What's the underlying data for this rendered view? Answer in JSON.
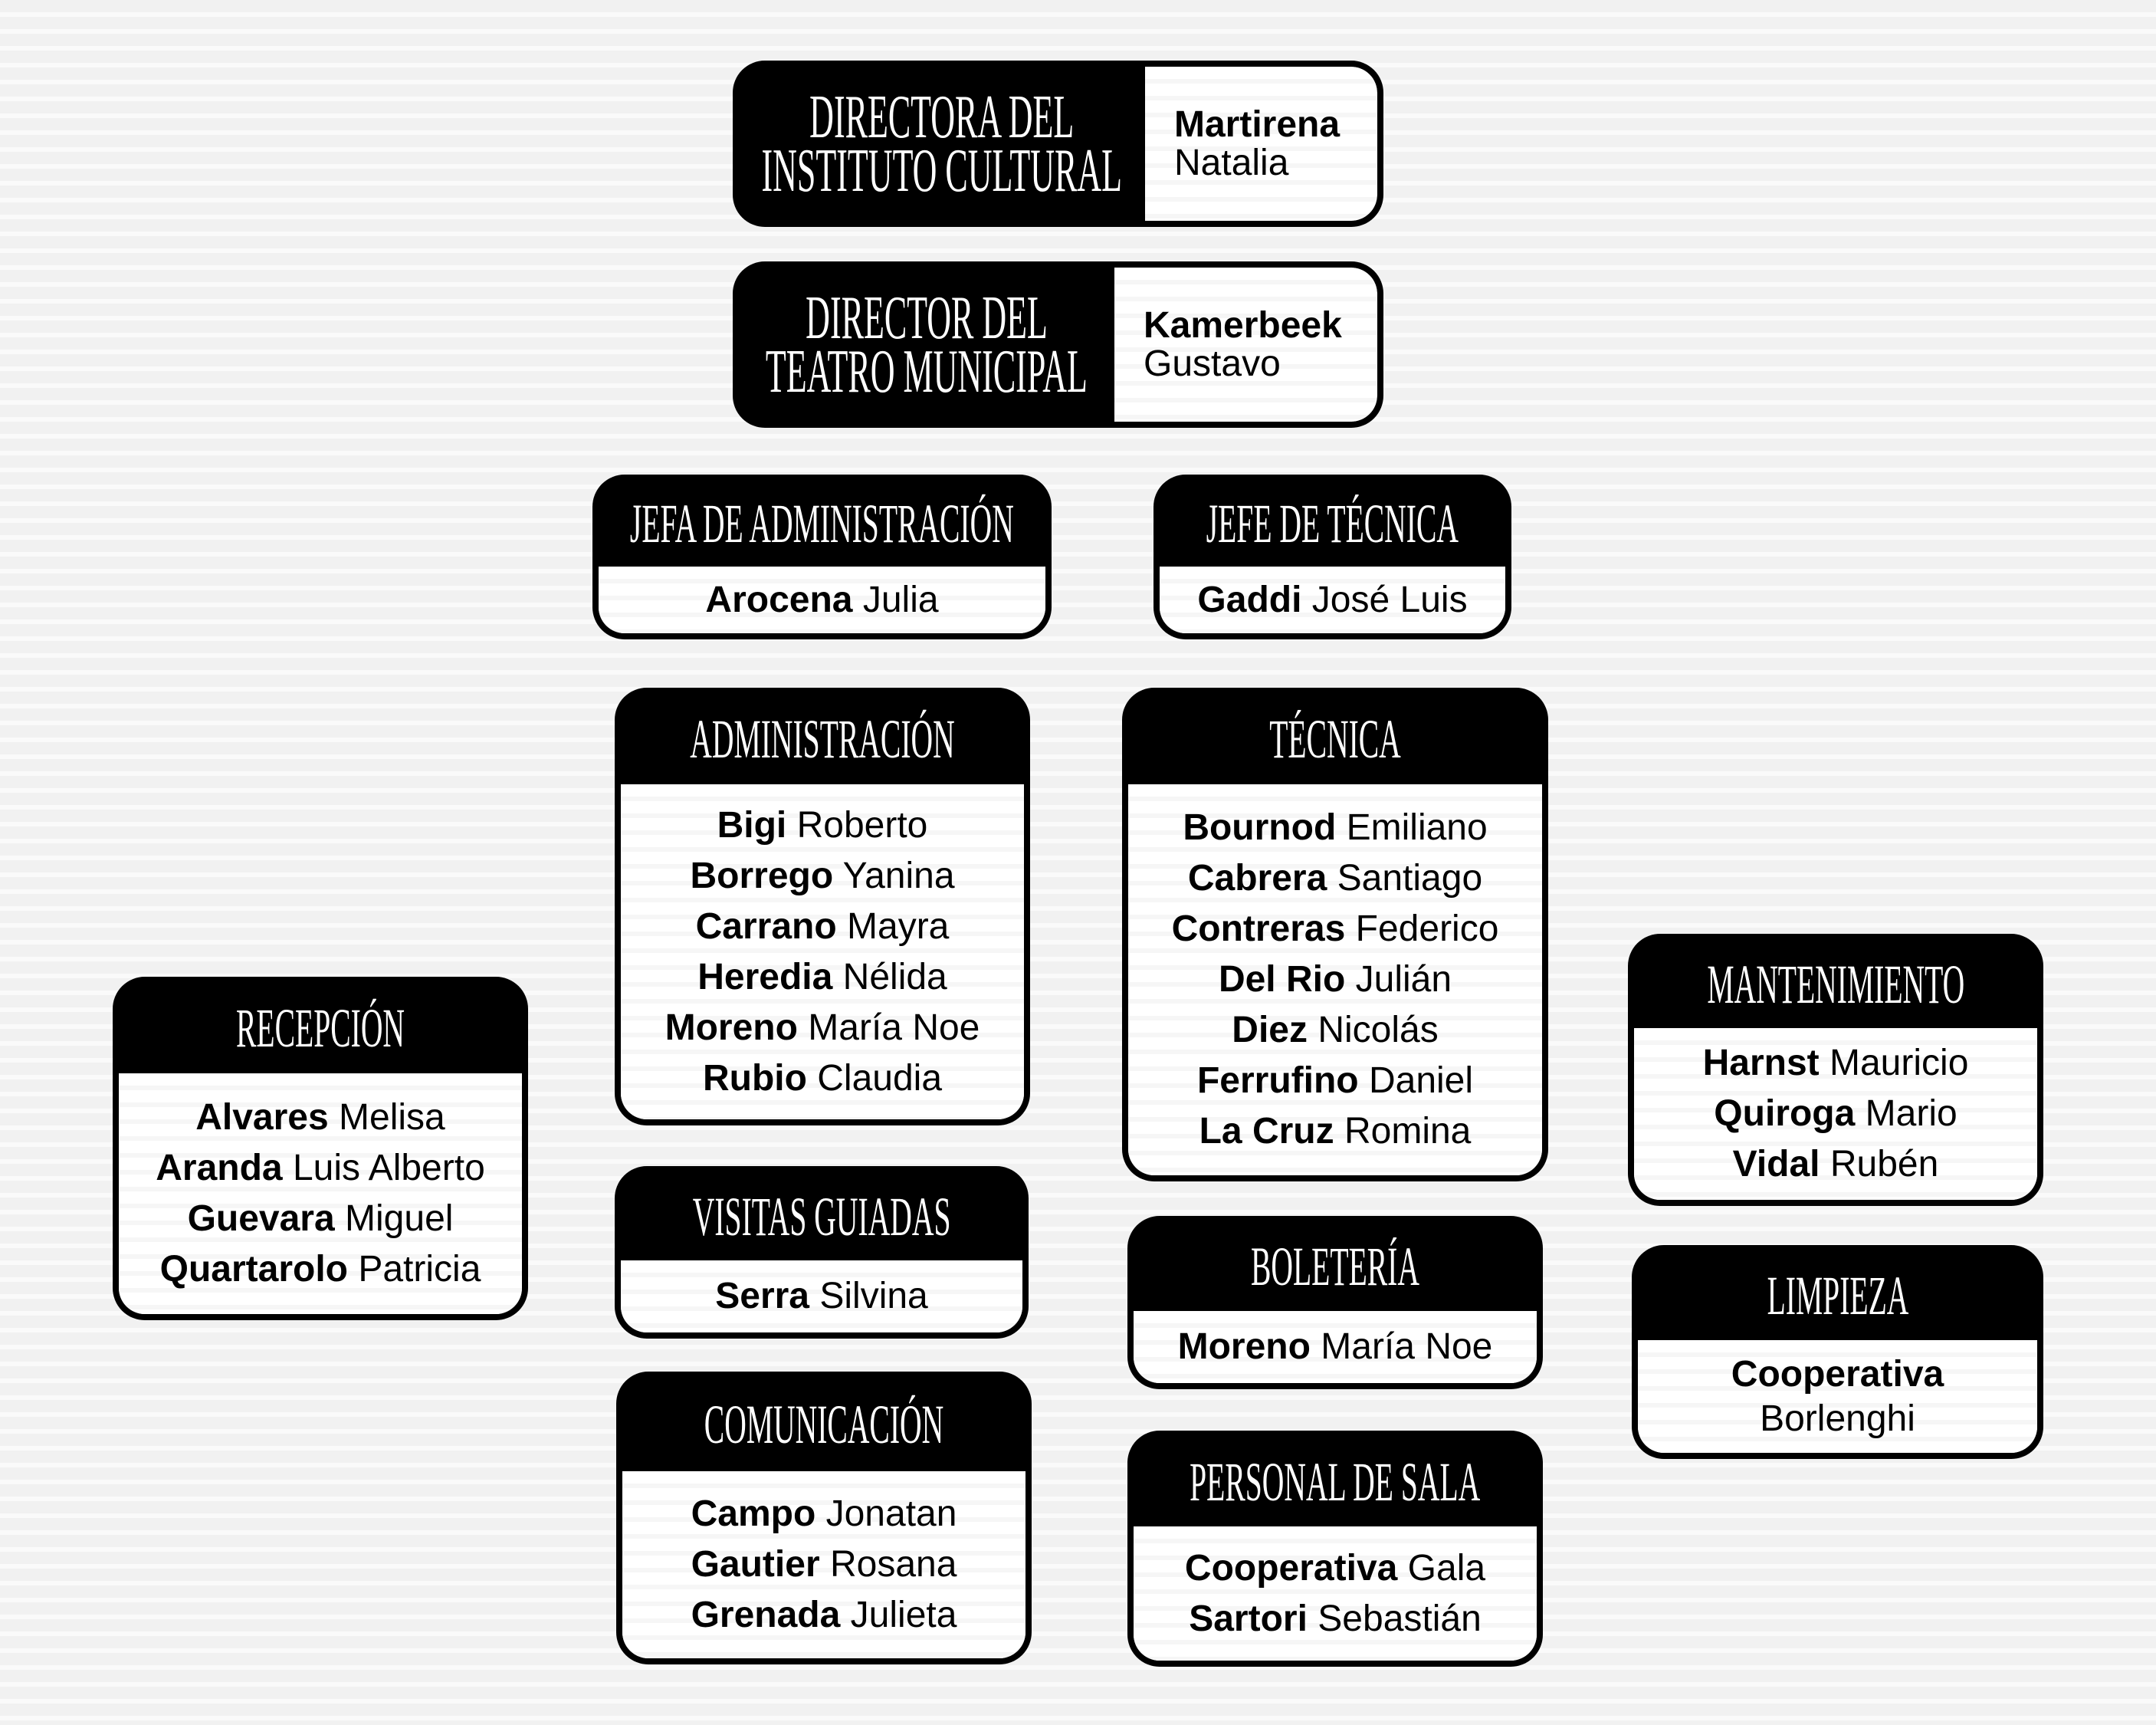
{
  "boxes": {
    "dir1": {
      "title": [
        "DIRECTORA DEL",
        "INSTITUTO CULTURAL"
      ],
      "people": [
        {
          "last": "Martirena",
          "first": "Natalia"
        }
      ]
    },
    "dir2": {
      "title": [
        "DIRECTOR DEL",
        "TEATRO MUNICIPAL"
      ],
      "people": [
        {
          "last": "Kamerbeek",
          "first": "Gustavo"
        }
      ]
    },
    "jadm": {
      "title": [
        "JEFA DE ADMINISTRACIÓN"
      ],
      "people": [
        {
          "last": "Arocena",
          "first": "Julia"
        }
      ]
    },
    "jtec": {
      "title": [
        "JEFE DE TÉCNICA"
      ],
      "people": [
        {
          "last": "Gaddi",
          "first": "José Luis"
        }
      ]
    },
    "adm": {
      "title": [
        "ADMINISTRACIÓN"
      ],
      "people": [
        {
          "last": "Bigi",
          "first": "Roberto"
        },
        {
          "last": "Borrego",
          "first": "Yanina"
        },
        {
          "last": "Carrano",
          "first": "Mayra"
        },
        {
          "last": "Heredia",
          "first": "Nélida"
        },
        {
          "last": "Moreno",
          "first": "María Noe"
        },
        {
          "last": "Rubio",
          "first": "Claudia"
        }
      ]
    },
    "tec": {
      "title": [
        "TÉCNICA"
      ],
      "people": [
        {
          "last": "Bournod",
          "first": "Emiliano"
        },
        {
          "last": "Cabrera",
          "first": "Santiago"
        },
        {
          "last": "Contreras",
          "first": "Federico"
        },
        {
          "last": "Del Rio",
          "first": "Julián"
        },
        {
          "last": "Diez",
          "first": "Nicolás"
        },
        {
          "last": "Ferrufino",
          "first": "Daniel"
        },
        {
          "last": "La Cruz",
          "first": "Romina"
        }
      ]
    },
    "rec": {
      "title": [
        "RECEPCIÓN"
      ],
      "people": [
        {
          "last": "Alvares",
          "first": "Melisa"
        },
        {
          "last": "Aranda",
          "first": "Luis Alberto"
        },
        {
          "last": "Guevara",
          "first": "Miguel"
        },
        {
          "last": "Quartarolo",
          "first": "Patricia"
        }
      ]
    },
    "man": {
      "title": [
        "MANTENIMIENTO"
      ],
      "people": [
        {
          "last": "Harnst",
          "first": "Mauricio"
        },
        {
          "last": "Quiroga",
          "first": "Mario"
        },
        {
          "last": "Vidal",
          "first": "Rubén"
        }
      ]
    },
    "vis": {
      "title": [
        "VISITAS GUIADAS"
      ],
      "people": [
        {
          "last": "Serra",
          "first": "Silvina"
        }
      ]
    },
    "bol": {
      "title": [
        "BOLETERÍA"
      ],
      "people": [
        {
          "last": "Moreno",
          "first": "María Noe"
        }
      ]
    },
    "lim": {
      "title": [
        "LIMPIEZA"
      ],
      "people": [
        {
          "last": "Cooperativa",
          "first": "Borlenghi"
        }
      ],
      "stacked": true
    },
    "com": {
      "title": [
        "COMUNICACIÓN"
      ],
      "people": [
        {
          "last": "Campo",
          "first": "Jonatan"
        },
        {
          "last": "Gautier",
          "first": "Rosana"
        },
        {
          "last": "Grenada",
          "first": "Julieta"
        }
      ]
    },
    "sal": {
      "title": [
        "PERSONAL DE SALA"
      ],
      "people": [
        {
          "last": "Cooperativa",
          "first": "Gala"
        },
        {
          "last": "Sartori",
          "first": "Sebastián"
        }
      ]
    }
  }
}
